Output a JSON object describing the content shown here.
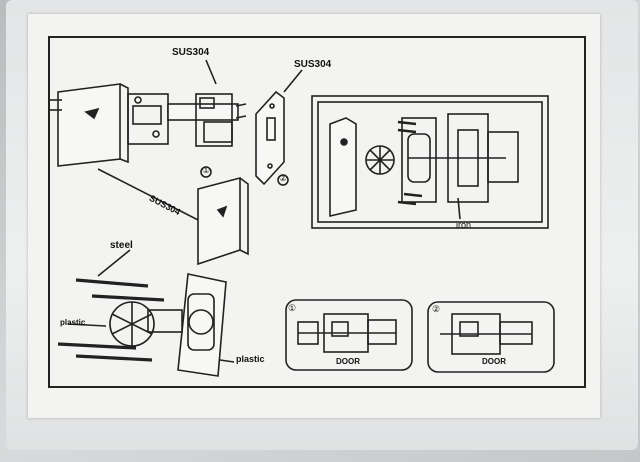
{
  "labels": {
    "sus304_top": "SUS304",
    "sus304_right": "SUS304",
    "sus304_diag": "SUS304",
    "steel": "steel",
    "plastic_left": "plastic",
    "plastic_right": "plastic",
    "iron": "iron",
    "num_1": "①",
    "num_2": "②",
    "door_1": "DOOR",
    "door_2": "DOOR",
    "circle_1": "①",
    "circle_2": "②"
  },
  "colors": {
    "line": "#222222",
    "paper": "#f3f3f1"
  }
}
